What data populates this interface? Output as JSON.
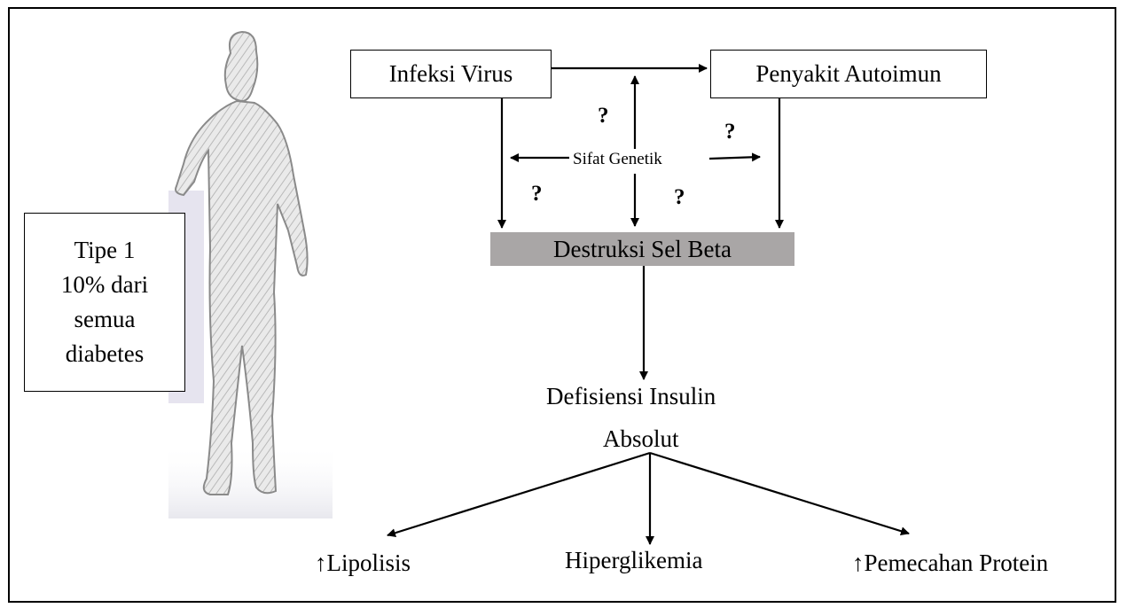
{
  "type_box": {
    "line1": "Tipe 1",
    "line2": "10% dari",
    "line3": "semua",
    "line4": "diabetes"
  },
  "nodes": {
    "infeksi_virus": "Infeksi Virus",
    "penyakit_autoimun": "Penyakit Autoimun",
    "sifat_genetik": "Sifat Genetik",
    "destruksi_sel_beta": "Destruksi Sel Beta",
    "defisiensi_line1": "Defisiensi Insulin",
    "defisiensi_line2": "Absolut",
    "lipolisis": "↑Lipolisis",
    "hiperglikemia": "Hiperglikemia",
    "pemecahan_protein": "↑Pemecahan Protein"
  },
  "question_marks": [
    "?",
    "?",
    "?",
    "?"
  ],
  "colors": {
    "destruksi_fill": "#a9a6a6",
    "line": "#000000"
  }
}
